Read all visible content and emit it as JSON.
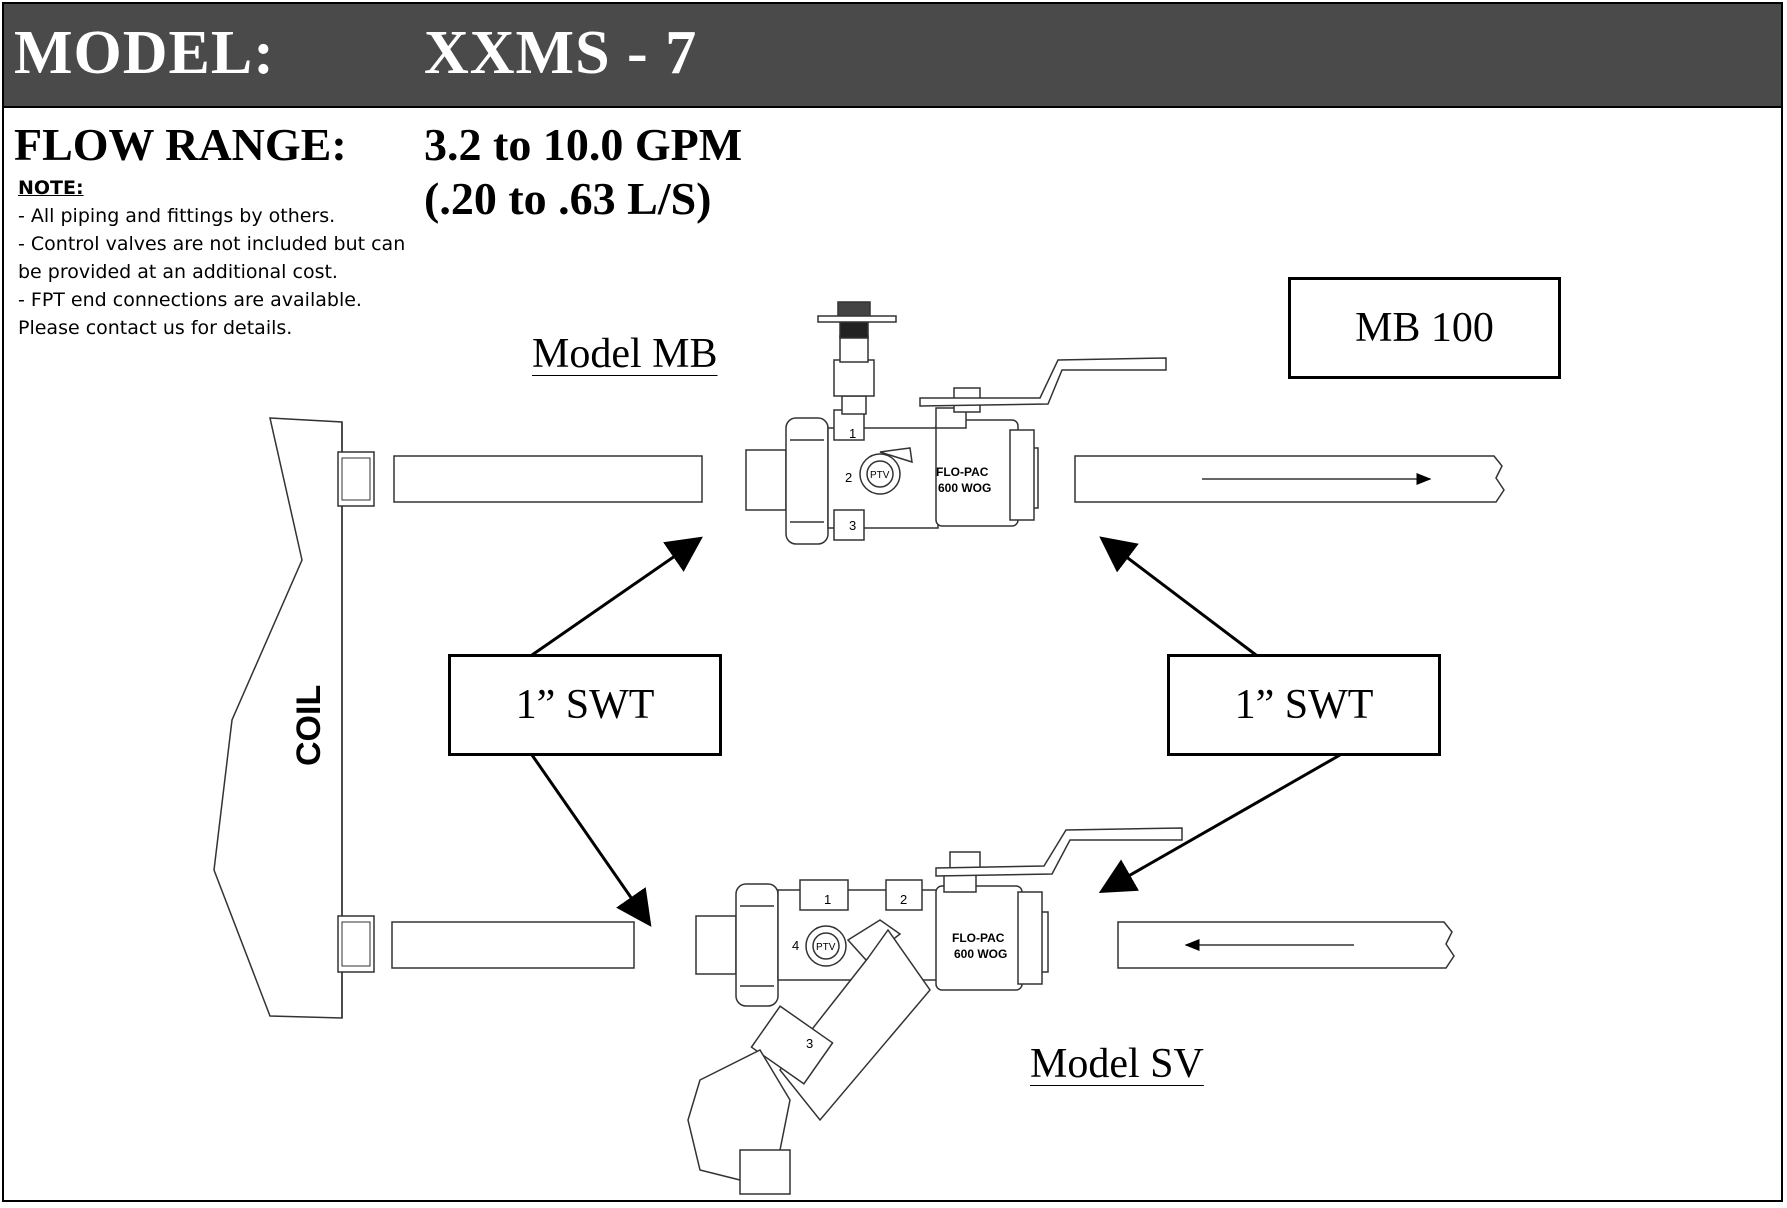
{
  "header": {
    "model_label": "MODEL:",
    "model_value": "XXMS - 7",
    "background_color": "#4a4a4a"
  },
  "flow": {
    "label": "FLOW RANGE:",
    "gpm": "3.2 to 10.0 GPM",
    "ls": "(.20 to .63 L/S)"
  },
  "note": {
    "title": "NOTE:",
    "lines": [
      "- All piping and fittings by others.",
      "- Control valves are not included but can",
      "be provided at an additional cost.",
      "- FPT end connections are available.",
      "Please contact us for details."
    ]
  },
  "diagram": {
    "coil_label": "COIL",
    "model_mb_label": "Model MB",
    "model_sv_label": "Model SV",
    "mb_box_label": "MB 100",
    "swt_left_label": "1” SWT",
    "swt_right_label": "1” SWT",
    "valve_top_body_text": [
      "FLO-PAC",
      "600 WOG"
    ],
    "valve_bottom_body_text": [
      "FLO-PAC",
      "600 WOG"
    ],
    "port_numbers_top": [
      "1",
      "2",
      "3"
    ],
    "port_numbers_bottom": [
      "1",
      "2",
      "3",
      "4"
    ],
    "ptv_label": "PTV"
  }
}
